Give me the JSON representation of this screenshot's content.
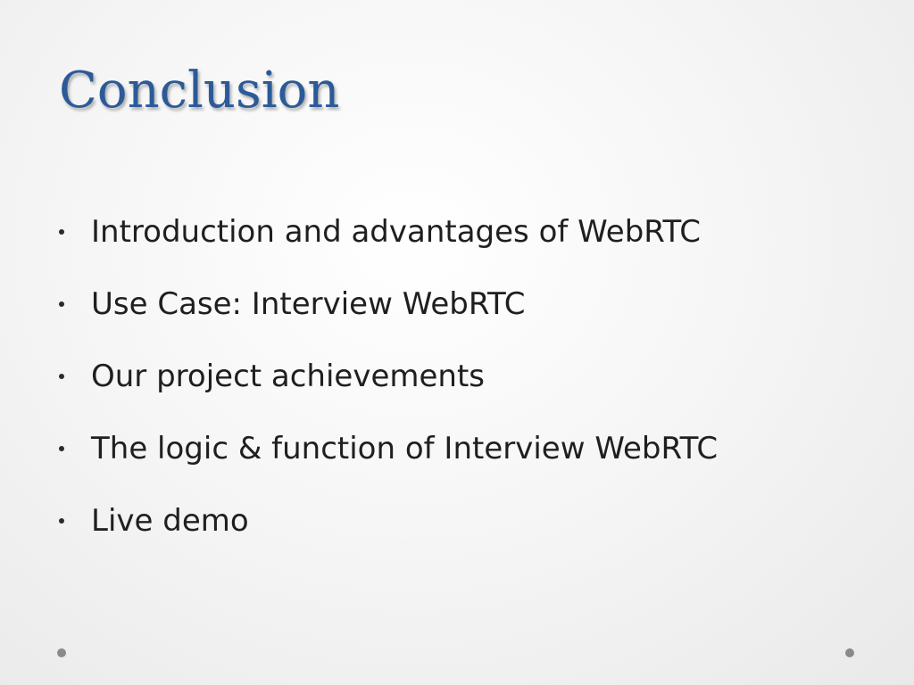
{
  "slide": {
    "title": "Conclusion",
    "bullets": [
      "Introduction and advantages of WebRTC",
      "Use Case: Interview WebRTC",
      "Our project achievements",
      "The logic & function of Interview WebRTC",
      "Live demo"
    ]
  },
  "colors": {
    "title": "#2c5a99",
    "body_text": "#1f1f1f",
    "decorative_dots": "#8a8a8a"
  },
  "icons": {
    "bullet": "bullet-dot-icon",
    "corner": "corner-dot-icon"
  }
}
